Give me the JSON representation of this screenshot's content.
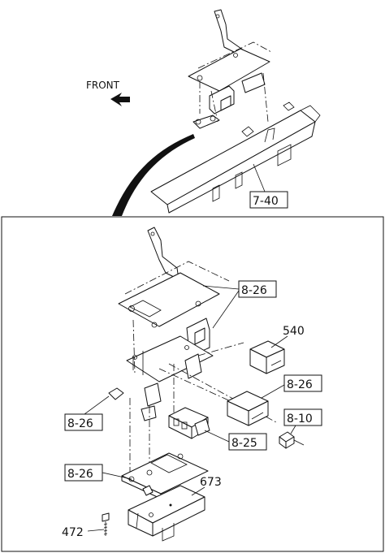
{
  "direction": {
    "label": "FRONT"
  },
  "callouts": {
    "frame": "7-40",
    "bracket_upper": "8-26",
    "nut_left": "8-26",
    "bracket_lower": "8-26",
    "relay_right": "8-26",
    "connector_small": "8-10",
    "connector_mid": "8-25"
  },
  "part_numbers": {
    "relay": "540",
    "control_unit": "673",
    "bolt": "472"
  }
}
